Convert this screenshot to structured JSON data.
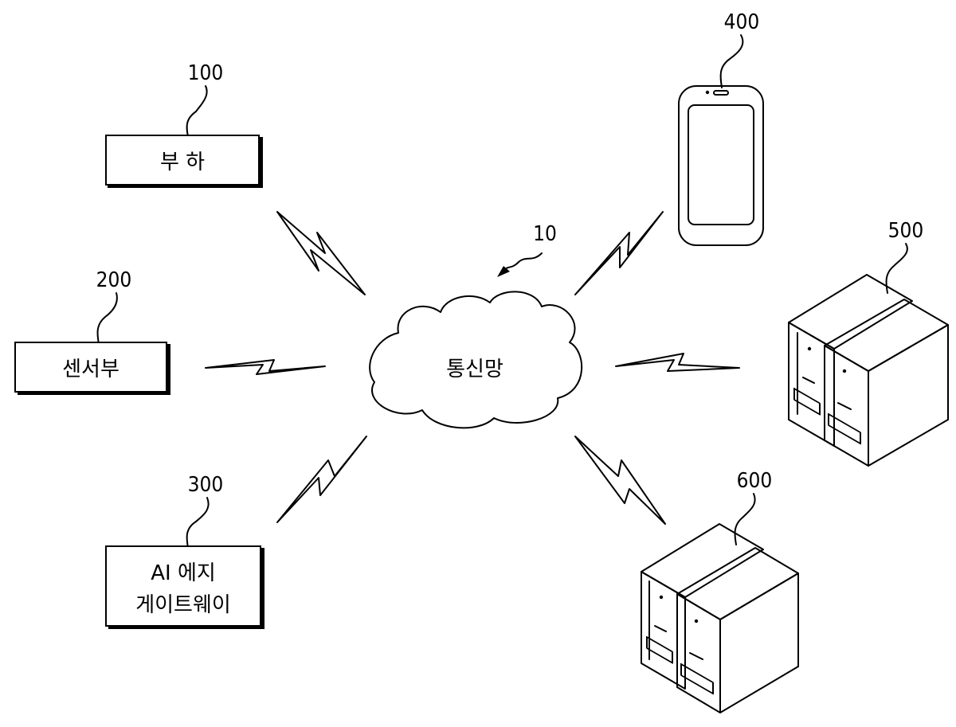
{
  "network": {
    "ref": "10",
    "label": "통신망"
  },
  "nodes": {
    "load": {
      "ref": "100",
      "label": "부 하"
    },
    "sensor": {
      "ref": "200",
      "label": "센서부"
    },
    "gateway": {
      "ref": "300",
      "label_line1": "AI 에지",
      "label_line2": "게이트웨이"
    },
    "terminal": {
      "ref": "400"
    },
    "server_a": {
      "ref": "500"
    },
    "server_b": {
      "ref": "600"
    }
  }
}
